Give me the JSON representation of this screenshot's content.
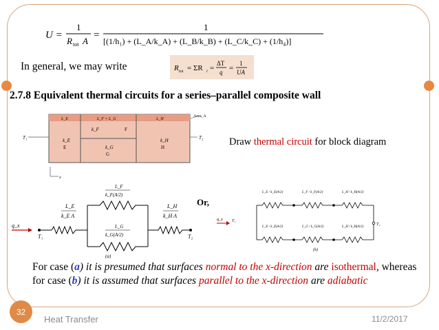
{
  "equation_top": {
    "lhs": "U =",
    "frac1_num": "1",
    "frac1_den": "R",
    "frac1_den_sub": "tot",
    "frac1_den_tail": "A",
    "eq": "=",
    "frac2_num": "1",
    "frac2_den": "[(1/h₁) + (L_A/k_A) + (L_B/k_B) + (L_C/k_C) + (1/h₄)]"
  },
  "intro_text": "In general, we may write",
  "rtot_equation": {
    "lhs": "R",
    "lhs_sub": "tot",
    "eq1": "= ΣR",
    "eq1_sub": "i",
    "eq2": "=",
    "frac_a_num": "ΔT",
    "frac_a_den": "q",
    "eq3": "=",
    "frac_b_num": "1",
    "frac_b_den": "UA"
  },
  "heading": "2.7.8 Equivalent thermal circuits for a series–parallel composite wall",
  "block_diagram": {
    "label_LE": "L_E",
    "label_LF_LG": "L_F = L_G",
    "label_LH": "L_H",
    "label_area": "Area, A",
    "T1": "T₁",
    "T2": "T₂",
    "F_k": "k_F",
    "F": "F",
    "E_k": "k_E",
    "E": "E",
    "G_k": "k_G",
    "G": "G",
    "H_k": "k_H",
    "H": "H",
    "x": "x",
    "colors": {
      "top_band": "#e79c84",
      "body": "#f1c4b2",
      "border": "#555555"
    }
  },
  "draw_text": {
    "before": "Draw ",
    "highlight": "thermal circuit",
    "after": " for block diagram"
  },
  "or_label": "Or,",
  "circuit_a": {
    "qx": "q_x",
    "T1": "T₁",
    "T2": "T₂",
    "LE": "L_E",
    "kEA": "k_E A",
    "LF": "L_F",
    "kF": "k_F(A/2)",
    "LG": "L_G",
    "kG": "k_G(A/2)",
    "LH": "L_H",
    "kHA": "k_H A",
    "caption": "(a)"
  },
  "circuit_b": {
    "qx": "q_x",
    "T1": "T₁",
    "T2": "T₂",
    "top": [
      "L_E / k_E(A/2)",
      "L_F / k_F(A/2)",
      "L_H / k_H(A/2)"
    ],
    "bottom": [
      "L_E / k_E(A/2)",
      "L_G / k_G(A/2)",
      "L_H / k_H(A/2)"
    ],
    "caption": "(b)"
  },
  "case_text": {
    "p1": "For case (",
    "a": "a",
    "p2": ") it is presumed that surfaces ",
    "normal": "normal to the x-direction",
    "p3": " are ",
    "iso": "isothermal",
    "p4": ", whereas for case (",
    "b": "b",
    "p5": ") it is assumed that surfaces ",
    "parallel": "parallel to the x-direction",
    "p6": " are ",
    "adiabatic": "adiabatic"
  },
  "footer": {
    "page_number": "32",
    "left": "Heat Transfer",
    "right": "11/2/2017"
  },
  "colors": {
    "accent": "#e08a47",
    "frame": "#d9a47a",
    "highlight_red": "#c00000",
    "case_blue": "#2e3fc0",
    "eq_box_bg": "#f5dfcf"
  }
}
